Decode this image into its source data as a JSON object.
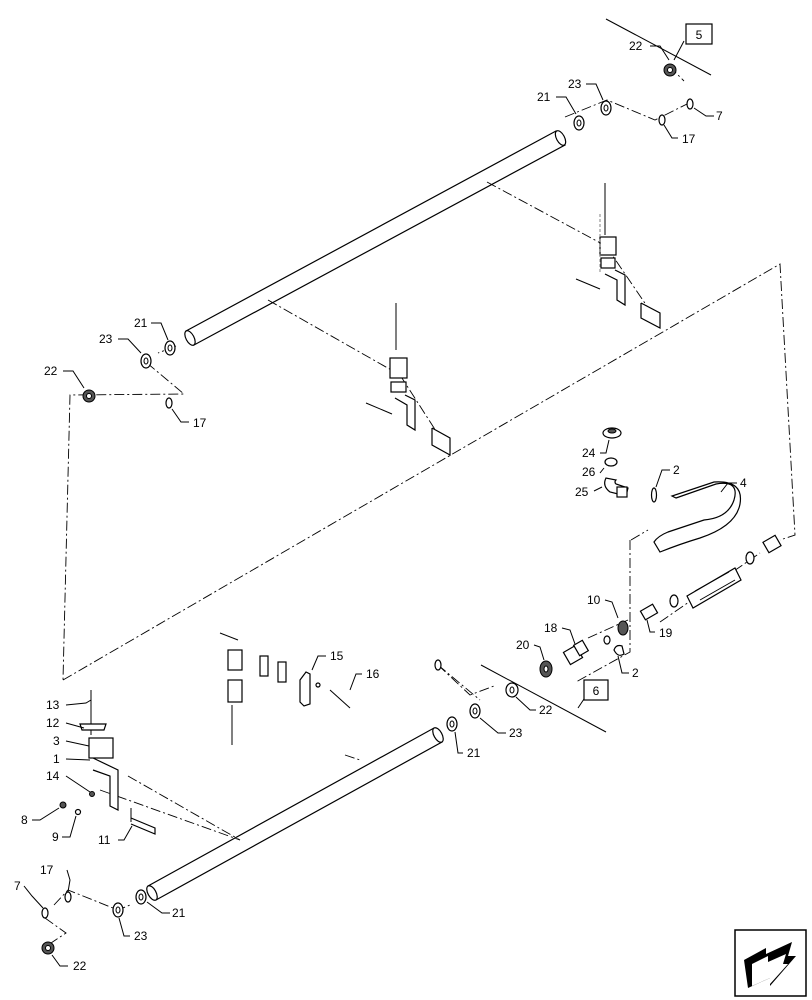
{
  "callouts": {
    "c1": "1",
    "c2a": "2",
    "c2b": "2",
    "c3": "3",
    "c4": "4",
    "c5": "5",
    "c6": "6",
    "c7a": "7",
    "c7b": "7",
    "c8": "8",
    "c9": "9",
    "c10": "10",
    "c11": "11",
    "c12": "12",
    "c13": "13",
    "c14": "14",
    "c15": "15",
    "c16": "16",
    "c17a": "17",
    "c17b": "17",
    "c17c": "17",
    "c18": "18",
    "c19": "19",
    "c20": "20",
    "c21a": "21",
    "c21b": "21",
    "c21c": "21",
    "c21d": "21",
    "c22a": "22",
    "c22b": "22",
    "c22c": "22",
    "c22d": "22",
    "c23a": "23",
    "c23b": "23",
    "c23c": "23",
    "c23d": "23",
    "c24": "24",
    "c25": "25",
    "c26": "26"
  },
  "nav_icon": "arrow-box-icon"
}
